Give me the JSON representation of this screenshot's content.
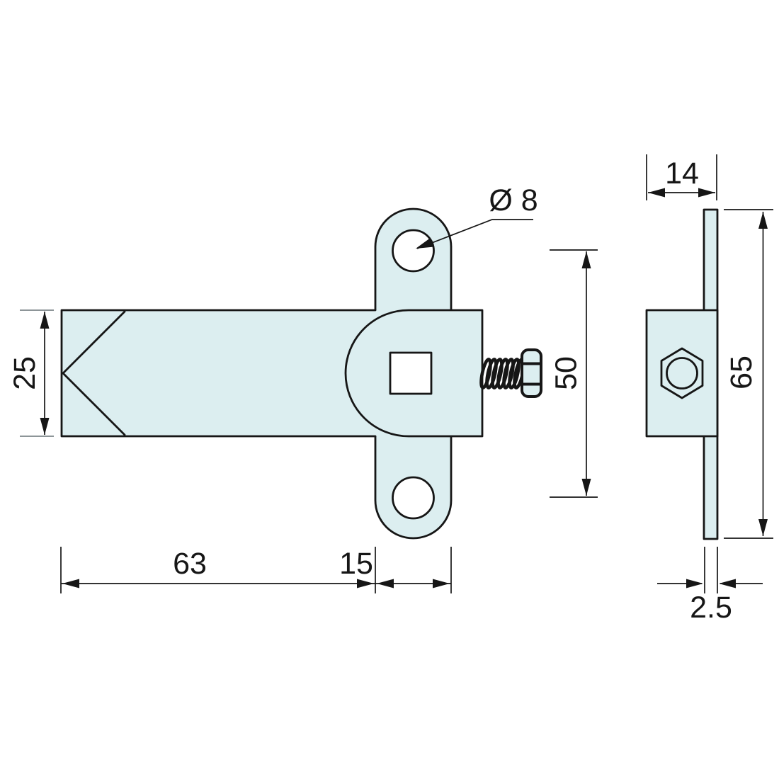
{
  "drawing": {
    "type": "technical-drawing-two-views",
    "colors": {
      "background": "#ffffff",
      "part_fill": "#dceef0",
      "hole_fill": "#ffffff",
      "line": "#161616",
      "light_tick": "#8d9598"
    },
    "dims": {
      "hole_diameter": "Ø 8",
      "arm_height": "25",
      "hole_spacing": "50",
      "arm_length": "63",
      "strap_width": "15",
      "bracket_depth": "14",
      "plate_height": "65",
      "plate_thickness": "2.5"
    }
  }
}
